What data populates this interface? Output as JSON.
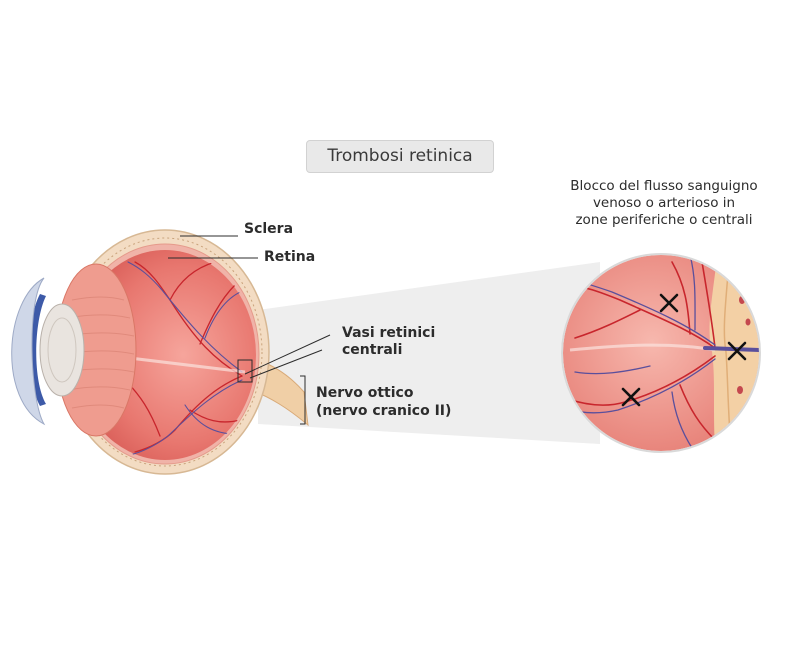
{
  "title": "Trombosi retinica",
  "labels": {
    "sclera": "Sclera",
    "retina": "Retina",
    "vessels_line1": "Vasi retinici",
    "vessels_line2": "centrali",
    "nerve_line1": "Nervo ottico",
    "nerve_line2": "(nervo cranico II)"
  },
  "note": {
    "line1": "Blocco del flusso sanguigno",
    "line2": "venoso o arterioso in",
    "line3": "zone periferiche o centrali"
  },
  "colors": {
    "interior": "#e8776f",
    "retina": "#f0b3a8",
    "sclera": "#f3dcc3",
    "artery": "#c8262d",
    "vein": "#5a4f9c",
    "cornea": "#cfd7e8",
    "iris": "#3d5aa8",
    "lens": "#e9e4df",
    "zoom_bg": "#efefef",
    "blockage_mark": "#111111"
  },
  "icons": {
    "blockage": "x-mark-icon"
  }
}
